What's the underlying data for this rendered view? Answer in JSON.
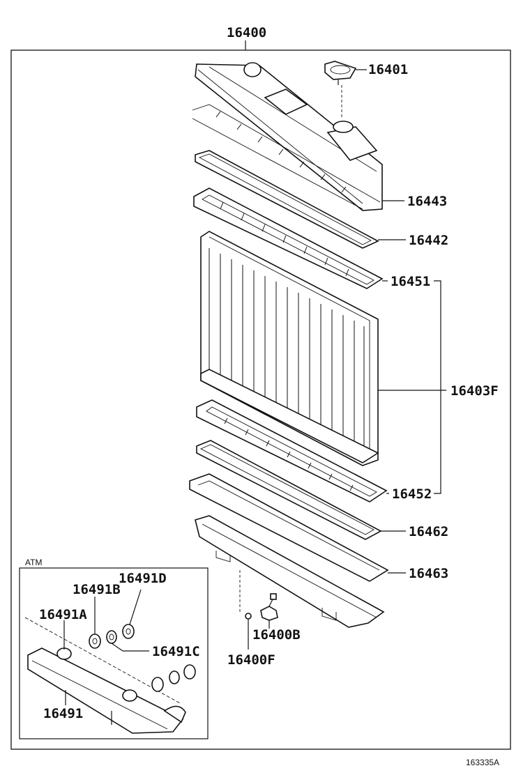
{
  "diagram": {
    "assembly_label": "16400",
    "callouts": {
      "cap": "16401",
      "upper_tank": "16443",
      "upper_gasket": "16442",
      "upper_plate": "16451",
      "core": "16403F",
      "lower_plate": "16452",
      "lower_gasket": "16462",
      "lower_tank": "16463",
      "drain_cock": "16400B",
      "drain_plug": "16400F"
    },
    "inset": {
      "title": "ATM",
      "callouts": {
        "cooler": "16491",
        "plug_a": "16491A",
        "washer_b": "16491B",
        "washer_c": "16491C",
        "nut_d": "16491D"
      }
    },
    "figure_id": "163335A"
  }
}
